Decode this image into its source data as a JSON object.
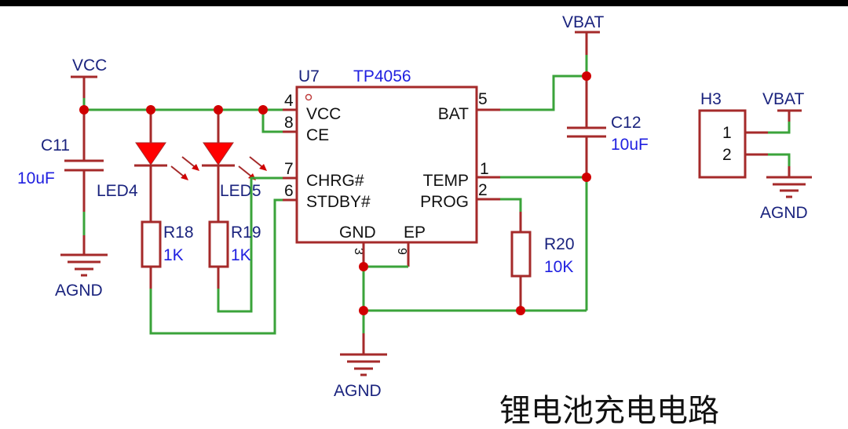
{
  "title": "锂电池充电电路",
  "colors": {
    "wire": "#3aa33a",
    "component": "#a52a2a",
    "junction": "#d00000",
    "led_fill": "#ff0000",
    "net_label": "#1a237e",
    "value_label": "#2020e0",
    "top_bar": "#000000"
  },
  "nets": {
    "vcc": "VCC",
    "vbat_top": "VBAT",
    "vbat_h3": "VBAT",
    "agnd_c11": "AGND",
    "agnd_ic": "AGND",
    "agnd_h3": "AGND"
  },
  "components": {
    "u7": {
      "ref": "U7",
      "part": "TP4056",
      "pins": {
        "vcc": {
          "num": "4",
          "name": "VCC"
        },
        "ce": {
          "num": "8",
          "name": "CE"
        },
        "chrg": {
          "num": "7",
          "name": "CHRG#"
        },
        "stdby": {
          "num": "6",
          "name": "STDBY#"
        },
        "bat": {
          "num": "5",
          "name": "BAT"
        },
        "temp": {
          "num": "1",
          "name": "TEMP"
        },
        "prog": {
          "num": "2",
          "name": "PROG"
        },
        "gnd": {
          "num": "3",
          "name": "GND"
        },
        "ep": {
          "num": "9",
          "name": "EP"
        }
      }
    },
    "c11": {
      "ref": "C11",
      "value": "10uF"
    },
    "c12": {
      "ref": "C12",
      "value": "10uF"
    },
    "led4": {
      "ref": "LED4"
    },
    "led5": {
      "ref": "LED5"
    },
    "r18": {
      "ref": "R18",
      "value": "1K"
    },
    "r19": {
      "ref": "R19",
      "value": "1K"
    },
    "r20": {
      "ref": "R20",
      "value": "10K"
    },
    "h3": {
      "ref": "H3",
      "pins": [
        "1",
        "2"
      ]
    }
  }
}
